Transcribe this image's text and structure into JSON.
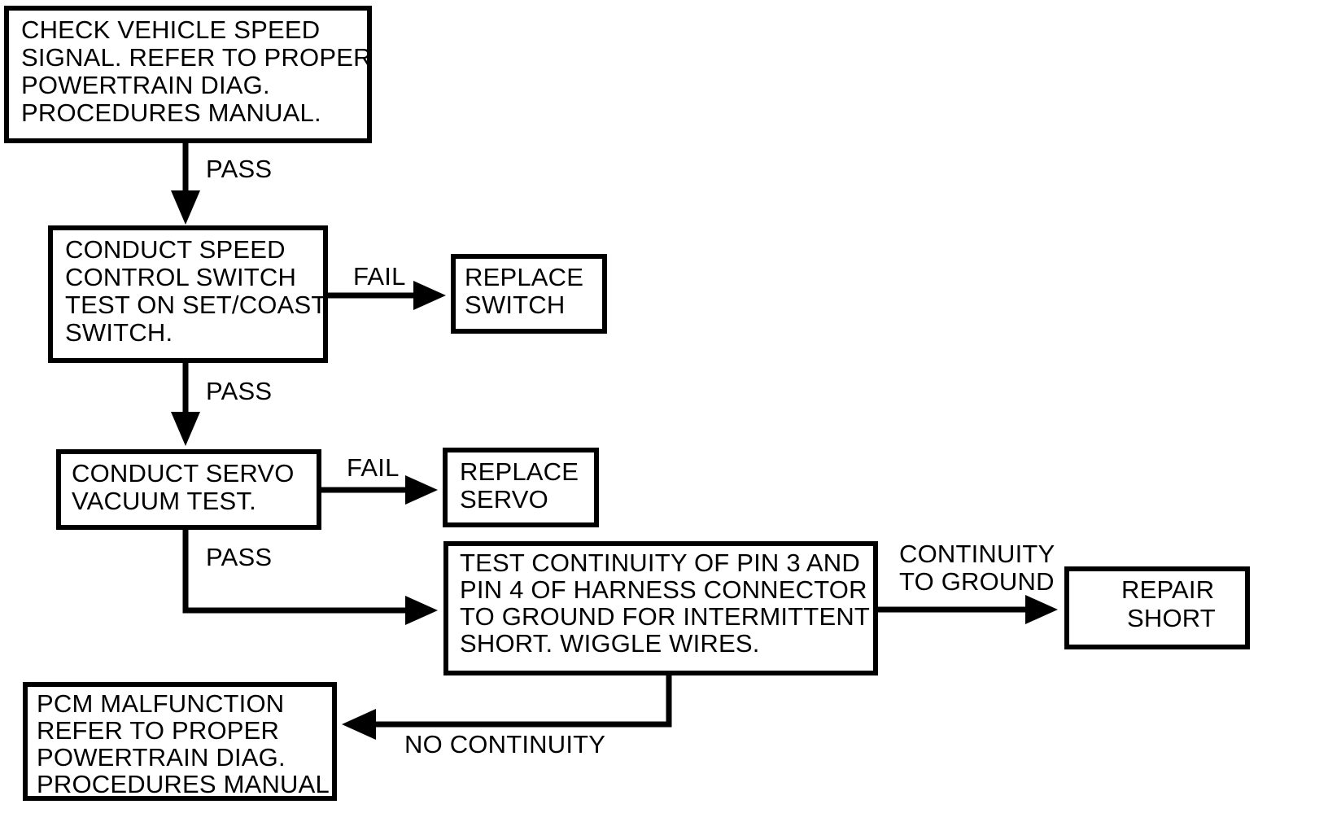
{
  "diagram": {
    "type": "flowchart",
    "title": "Speed Control Diagnostic Flowchart",
    "colors": {
      "background": "#ffffff",
      "stroke": "#000000",
      "text": "#000000"
    },
    "nodes": [
      {
        "id": "check-vehicle-speed-signal",
        "lines": [
          "CHECK VEHICLE SPEED",
          "SIGNAL. REFER TO PROPER",
          "POWERTRAIN DIAG.",
          "PROCEDURES MANUAL."
        ]
      },
      {
        "id": "conduct-speed-control-switch-test",
        "lines": [
          "CONDUCT SPEED",
          "CONTROL SWITCH",
          "TEST ON SET/COAST",
          "SWITCH."
        ]
      },
      {
        "id": "replace-switch",
        "lines": [
          "REPLACE",
          "SWITCH"
        ]
      },
      {
        "id": "conduct-servo-vacuum-test",
        "lines": [
          "CONDUCT SERVO",
          "VACUUM TEST."
        ]
      },
      {
        "id": "replace-servo",
        "lines": [
          "REPLACE",
          "SERVO"
        ]
      },
      {
        "id": "test-continuity-harness",
        "lines": [
          "TEST CONTINUITY OF PIN 3 AND",
          "PIN 4 OF HARNESS CONNECTOR",
          "TO GROUND FOR INTERMITTENT",
          "SHORT. WIGGLE WIRES."
        ]
      },
      {
        "id": "repair-short",
        "lines": [
          "REPAIR",
          "SHORT"
        ]
      },
      {
        "id": "pcm-malfunction",
        "lines": [
          "PCM MALFUNCTION",
          "REFER TO PROPER",
          "POWERTRAIN DIAG.",
          "PROCEDURES MANUAL"
        ]
      }
    ],
    "edges": [
      {
        "id": "edge-pass-1",
        "label": "PASS",
        "from": "check-vehicle-speed-signal",
        "to": "conduct-speed-control-switch-test"
      },
      {
        "id": "edge-fail-1",
        "label": "FAIL",
        "from": "conduct-speed-control-switch-test",
        "to": "replace-switch"
      },
      {
        "id": "edge-pass-2",
        "label": "PASS",
        "from": "conduct-speed-control-switch-test",
        "to": "conduct-servo-vacuum-test"
      },
      {
        "id": "edge-fail-2",
        "label": "FAIL",
        "from": "conduct-servo-vacuum-test",
        "to": "replace-servo"
      },
      {
        "id": "edge-pass-3",
        "label": "PASS",
        "from": "conduct-servo-vacuum-test",
        "to": "test-continuity-harness"
      },
      {
        "id": "edge-continuity-to-ground",
        "label": "CONTINUITY TO GROUND",
        "label_lines": [
          "CONTINUITY",
          "TO GROUND"
        ],
        "from": "test-continuity-harness",
        "to": "repair-short"
      },
      {
        "id": "edge-no-continuity",
        "label": "NO CONTINUITY",
        "from": "test-continuity-harness",
        "to": "pcm-malfunction"
      }
    ]
  }
}
